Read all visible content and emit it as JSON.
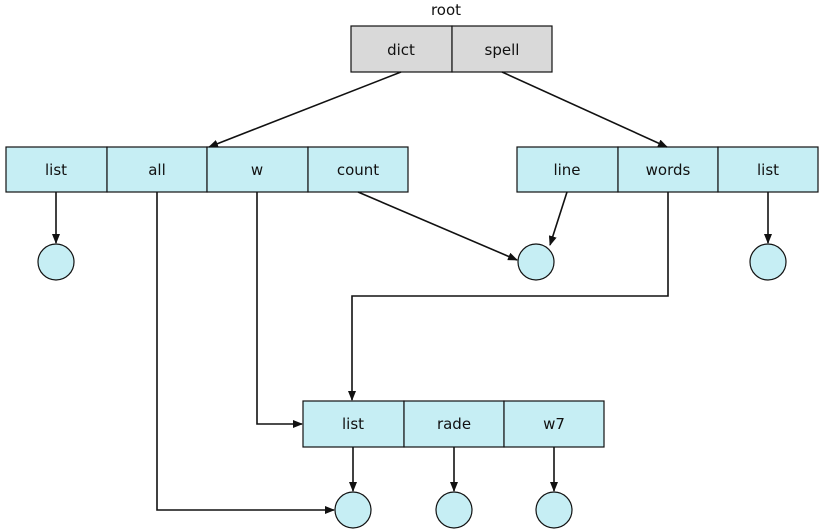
{
  "root_label": "root",
  "root_record": {
    "fields": [
      "dict",
      "spell"
    ]
  },
  "dict_record": {
    "fields": [
      "list",
      "all",
      "w",
      "count"
    ]
  },
  "spell_record": {
    "fields": [
      "line",
      "words",
      "list"
    ]
  },
  "w_record": {
    "fields": [
      "list",
      "rade",
      "w7"
    ]
  },
  "colors": {
    "root_fill": "#d9d9d9",
    "node_fill": "#c6eef4",
    "stroke": "#111111"
  }
}
